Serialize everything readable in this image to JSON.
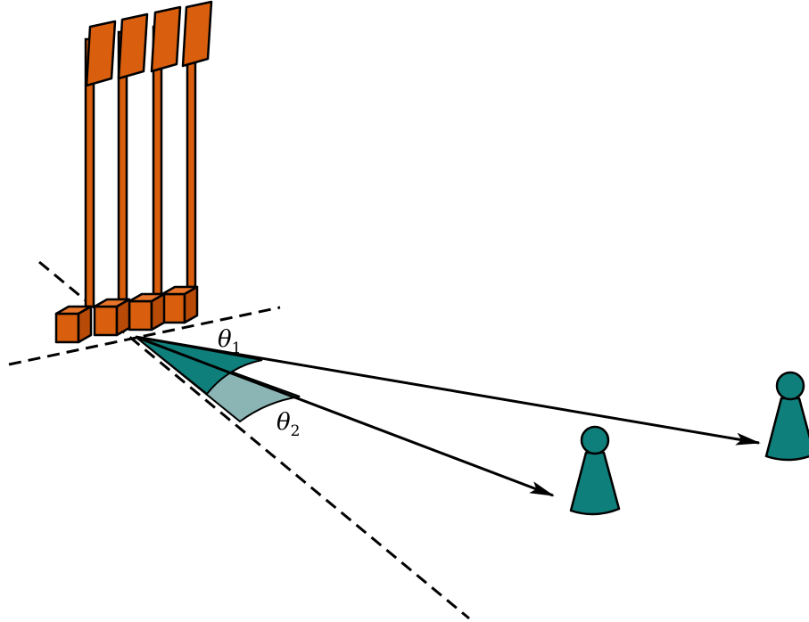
{
  "colors": {
    "antenna": "#d95f0e",
    "antenna_top": "#e8752a",
    "antenna_side": "#b84a08",
    "person": "#0f7f7b",
    "sector_theta1": "#0f7f7b",
    "sector_theta2": "#8ab5b4",
    "stroke": "#000000",
    "background": "#ffffff"
  },
  "icons": {
    "antenna_array": "antenna-array-icon",
    "person": "person-icon"
  },
  "labels": {
    "theta1": {
      "symbol": "θ",
      "sub": "1"
    },
    "theta2": {
      "symbol": "θ",
      "sub": "2"
    }
  }
}
